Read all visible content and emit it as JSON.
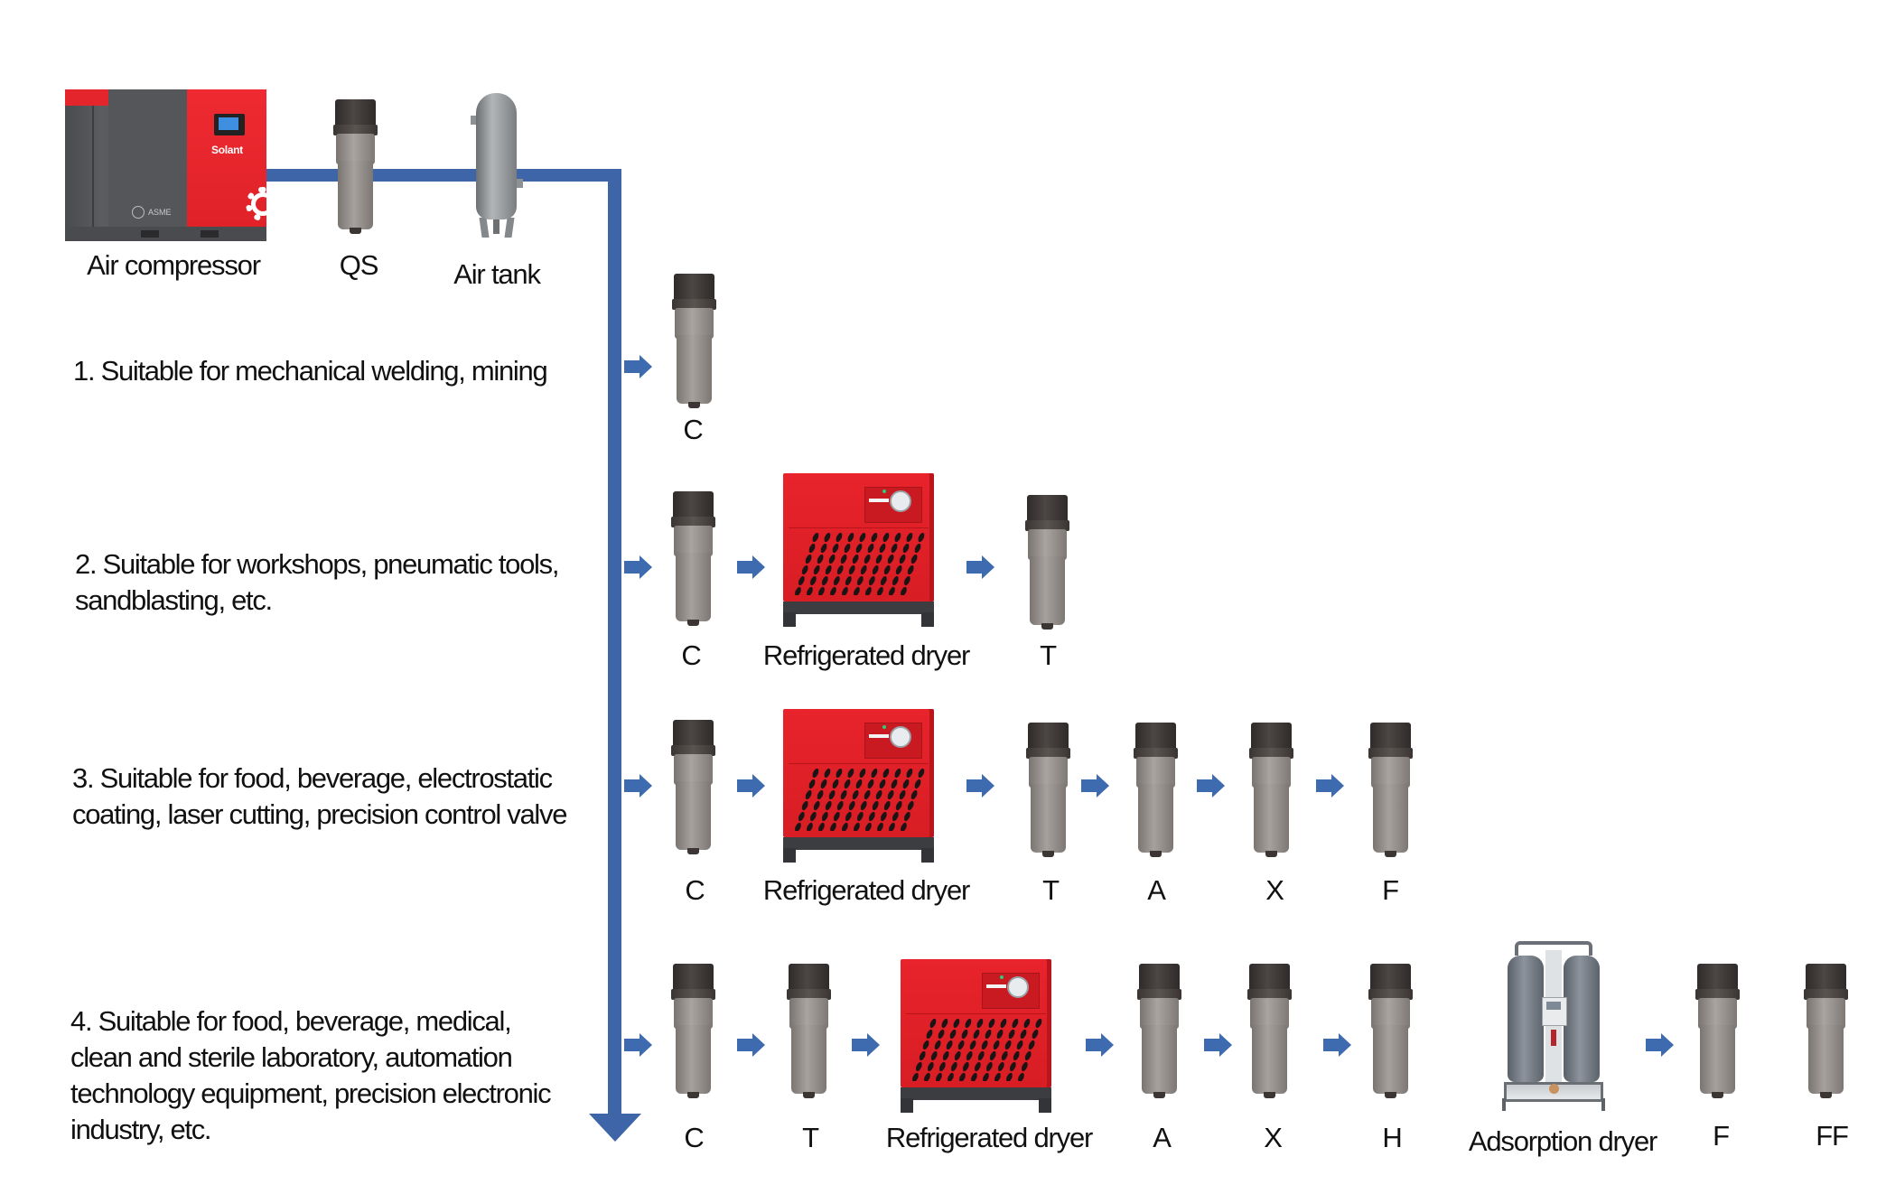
{
  "diagram": {
    "title": "Compressed air treatment configurations",
    "colors": {
      "pipe": "#3d65a8",
      "arrow": "#3e6ab0",
      "dryer_red": "#e21f26",
      "filter_gray": "#8c8784"
    },
    "source": {
      "compressor_label": "Air compressor",
      "compressor_brand": "Solant",
      "compressor_cert": "ASME",
      "qs_label": "QS",
      "tank_label": "Air tank"
    },
    "rows": [
      {
        "description": "1. Suitable for mechanical welding, mining",
        "components": [
          {
            "type": "filter",
            "label": "C"
          }
        ]
      },
      {
        "description": "2. Suitable for workshops, pneumatic tools,\nsandblasting, etc.",
        "components": [
          {
            "type": "filter",
            "label": "C"
          },
          {
            "type": "refrigerated-dryer",
            "label": "Refrigerated dryer"
          },
          {
            "type": "filter",
            "label": "T"
          }
        ]
      },
      {
        "description": "3. Suitable for food, beverage, electrostatic\ncoating, laser cutting, precision control valve",
        "components": [
          {
            "type": "filter",
            "label": "C"
          },
          {
            "type": "refrigerated-dryer",
            "label": "Refrigerated dryer"
          },
          {
            "type": "filter",
            "label": "T"
          },
          {
            "type": "filter",
            "label": "A"
          },
          {
            "type": "filter",
            "label": "X"
          },
          {
            "type": "filter",
            "label": "F"
          }
        ]
      },
      {
        "description": "4. Suitable for food, beverage, medical,\nclean and sterile laboratory, automation\ntechnology equipment, precision electronic\nindustry, etc.",
        "components": [
          {
            "type": "filter",
            "label": "C"
          },
          {
            "type": "filter",
            "label": "T"
          },
          {
            "type": "refrigerated-dryer",
            "label": "Refrigerated dryer"
          },
          {
            "type": "filter",
            "label": "A"
          },
          {
            "type": "filter",
            "label": "X"
          },
          {
            "type": "filter",
            "label": "H"
          },
          {
            "type": "adsorption-dryer",
            "label": "Adsorption dryer"
          },
          {
            "type": "filter",
            "label": "F"
          },
          {
            "type": "filter",
            "label": "FF"
          }
        ]
      }
    ]
  }
}
